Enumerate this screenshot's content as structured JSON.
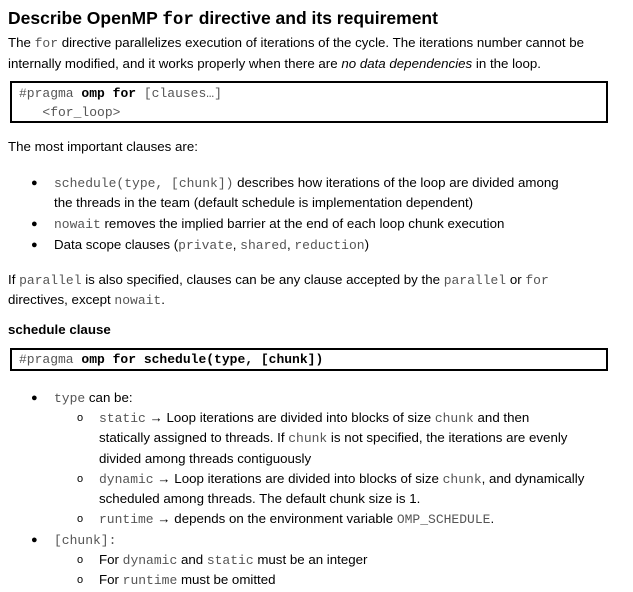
{
  "heading": {
    "pre": "Describe OpenMP ",
    "code": "for",
    "post": " directive and its requirement"
  },
  "intro": {
    "a": "The ",
    "code": "for",
    "b": " directive parallelizes execution of iterations of the cycle. The iterations number cannot be internally modified, and it works properly when there are ",
    "em": "no data dependencies",
    "c": " in the loop."
  },
  "code1": {
    "hash": "#pragma ",
    "omp": "omp",
    "for": "for",
    "clauses": "[clauses…]",
    "line2": "<for_loop>"
  },
  "clauses_intro": "The most important clauses are:",
  "bullets": {
    "b1_code": "schedule(type, [chunk])",
    "b1_text": " describes how iterations of the loop are divided among",
    "b1_text2": "the threads in the team (default schedule is implementation dependent)",
    "b2_code": "nowait",
    "b2_text": " removes the implied barrier at the end of each loop chunk execution",
    "b3_text": "Data scope clauses (",
    "b3_c1": "private",
    "b3_s1": ", ",
    "b3_c2": "shared",
    "b3_s2": ", ",
    "b3_c3": "reduction",
    "b3_end": ")"
  },
  "parallel_note": {
    "a": "If ",
    "c1": "parallel",
    "b": " is also specified, clauses can be any clause accepted by the ",
    "c2": "parallel",
    "c": " or ",
    "c3": "for",
    "d": "directives, except ",
    "c4": "nowait",
    "e": "."
  },
  "schedule_heading": "schedule clause",
  "code2": {
    "hash": "#pragma ",
    "rest": "omp for schedule(type, [chunk])"
  },
  "type_section": {
    "type_code": "type",
    "type_text": " can be:",
    "static_code": "static",
    "static_text": " → Loop iterations are divided into blocks of size ",
    "static_chunk": "chunk",
    "static_text2": " and then",
    "static_line2a": "statically assigned to threads. If ",
    "static_line2_chunk": "chunk",
    "static_line2b": " is not specified, the iterations are evenly",
    "static_line3": "divided among threads contiguously",
    "dynamic_code": "dynamic",
    "dynamic_text": " → Loop iterations are divided into blocks of size ",
    "dynamic_chunk": "chunk",
    "dynamic_text2": ", and dynamically",
    "dynamic_line2": "scheduled among threads. The default chunk size is 1.",
    "runtime_code": "runtime",
    "runtime_text": " → depends on the environment variable ",
    "runtime_env": "OMP_SCHEDULE",
    "runtime_end": "."
  },
  "chunk_section": {
    "chunk_code": "[chunk]:",
    "c1_a": "For ",
    "c1_dyn": "dynamic",
    "c1_b": " and ",
    "c1_stat": "static",
    "c1_c": " must be an integer",
    "c2_a": "For ",
    "c2_run": "runtime",
    "c2_b": " must be omitted"
  }
}
